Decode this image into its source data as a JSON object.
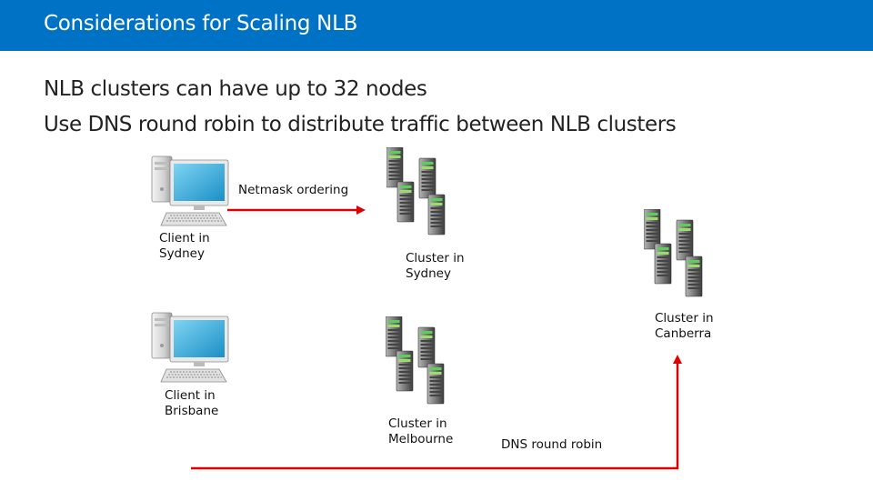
{
  "slide": {
    "title": "Considerations for Scaling NLB",
    "bullets": [
      "NLB clusters can have up to 32 nodes",
      "Use DNS round robin to distribute traffic between NLB clusters"
    ]
  },
  "diagram": {
    "client_sydney": {
      "line1": "Client in",
      "line2": "Sydney",
      "icon": "desktop-computer-icon"
    },
    "client_brisbane": {
      "line1": "Client in",
      "line2": "Brisbane",
      "icon": "desktop-computer-icon"
    },
    "cluster_sydney": {
      "line1": "Cluster in",
      "line2": "Sydney",
      "icon": "server-cluster-icon"
    },
    "cluster_canberra": {
      "line1": "Cluster in",
      "line2": "Canberra",
      "icon": "server-cluster-icon"
    },
    "cluster_melbourne": {
      "line1": "Cluster in",
      "line2": "Melbourne",
      "icon": "server-cluster-icon"
    },
    "netmask_label": "Netmask ordering",
    "dns_label": "DNS round robin"
  },
  "colors": {
    "title_bar": "#0072c6",
    "arrow": "#e00000"
  }
}
